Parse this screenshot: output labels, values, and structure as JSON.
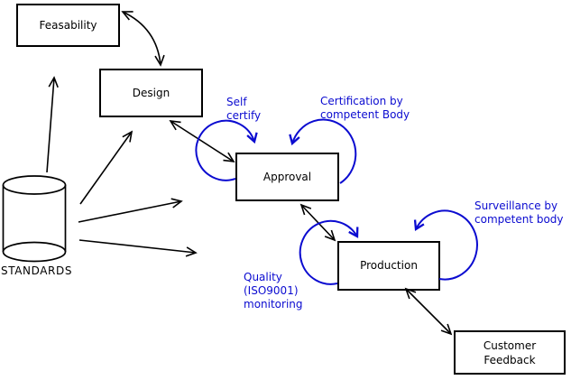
{
  "nodes": {
    "feasability": {
      "label": "Feasability"
    },
    "design": {
      "label": "Design"
    },
    "approval": {
      "label": "Approval"
    },
    "production": {
      "label": "Production"
    },
    "customer_feedback": {
      "line1": "Customer",
      "line2": "Feedback"
    }
  },
  "datastore": {
    "label": "STANDARDS"
  },
  "annotations": {
    "self_certify": {
      "line1": "Self",
      "line2": "certify"
    },
    "certification": {
      "line1": "Certification by",
      "line2": "competent Body"
    },
    "surveillance": {
      "line1": "Surveillance by",
      "line2": "competent body"
    },
    "quality": {
      "line1": "Quality",
      "line2": "(ISO9001)",
      "line3": "monitoring"
    }
  },
  "colors": {
    "annotation_text": "#0b0bd0",
    "loop_stroke": "#0b0bd0",
    "connector_stroke": "#000000",
    "node_border": "#000000",
    "node_fill": "#ffffff"
  }
}
